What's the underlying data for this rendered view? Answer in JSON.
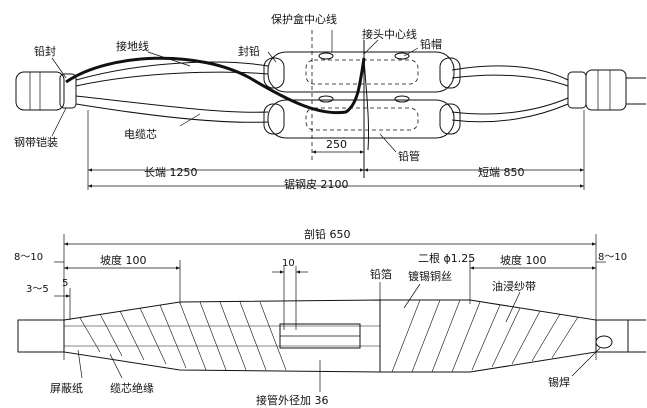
{
  "top": {
    "labels": {
      "lead_seal_left": "铅封",
      "ground_wire": "接地线",
      "protect_box_center": "保护盒中心线",
      "joint_center": "接头中心线",
      "lead_seal_box": "封铅",
      "lead_cap": "铅帽",
      "steel_armor": "钢带铠装",
      "cable_core": "电缆芯",
      "lead_pipe": "铅管"
    },
    "dims": {
      "d250": "250",
      "long_end": "长端 1250",
      "short_end": "短端 850",
      "saw_armor": "锯钢皮 2100"
    }
  },
  "bottom": {
    "dims": {
      "strip_lead": "剖铅 650",
      "d8_10_left": "8～10",
      "slope_left": "坡度 100",
      "d10": "10",
      "d3_5": "3～5",
      "d5": "5",
      "slope_right": "坡度 100",
      "d8_10_right": "8～10"
    },
    "labels": {
      "lead_foil": "铅箔",
      "two_wires": "二根 ϕ1.25",
      "tinned_copper": "镀锡铜丝",
      "oil_tape": "油浸纱带",
      "shield_paper": "屏蔽纸",
      "core_insulation": "缆芯绝缘",
      "pipe_od": "接管外径加 36",
      "solder": "锡焊"
    }
  }
}
